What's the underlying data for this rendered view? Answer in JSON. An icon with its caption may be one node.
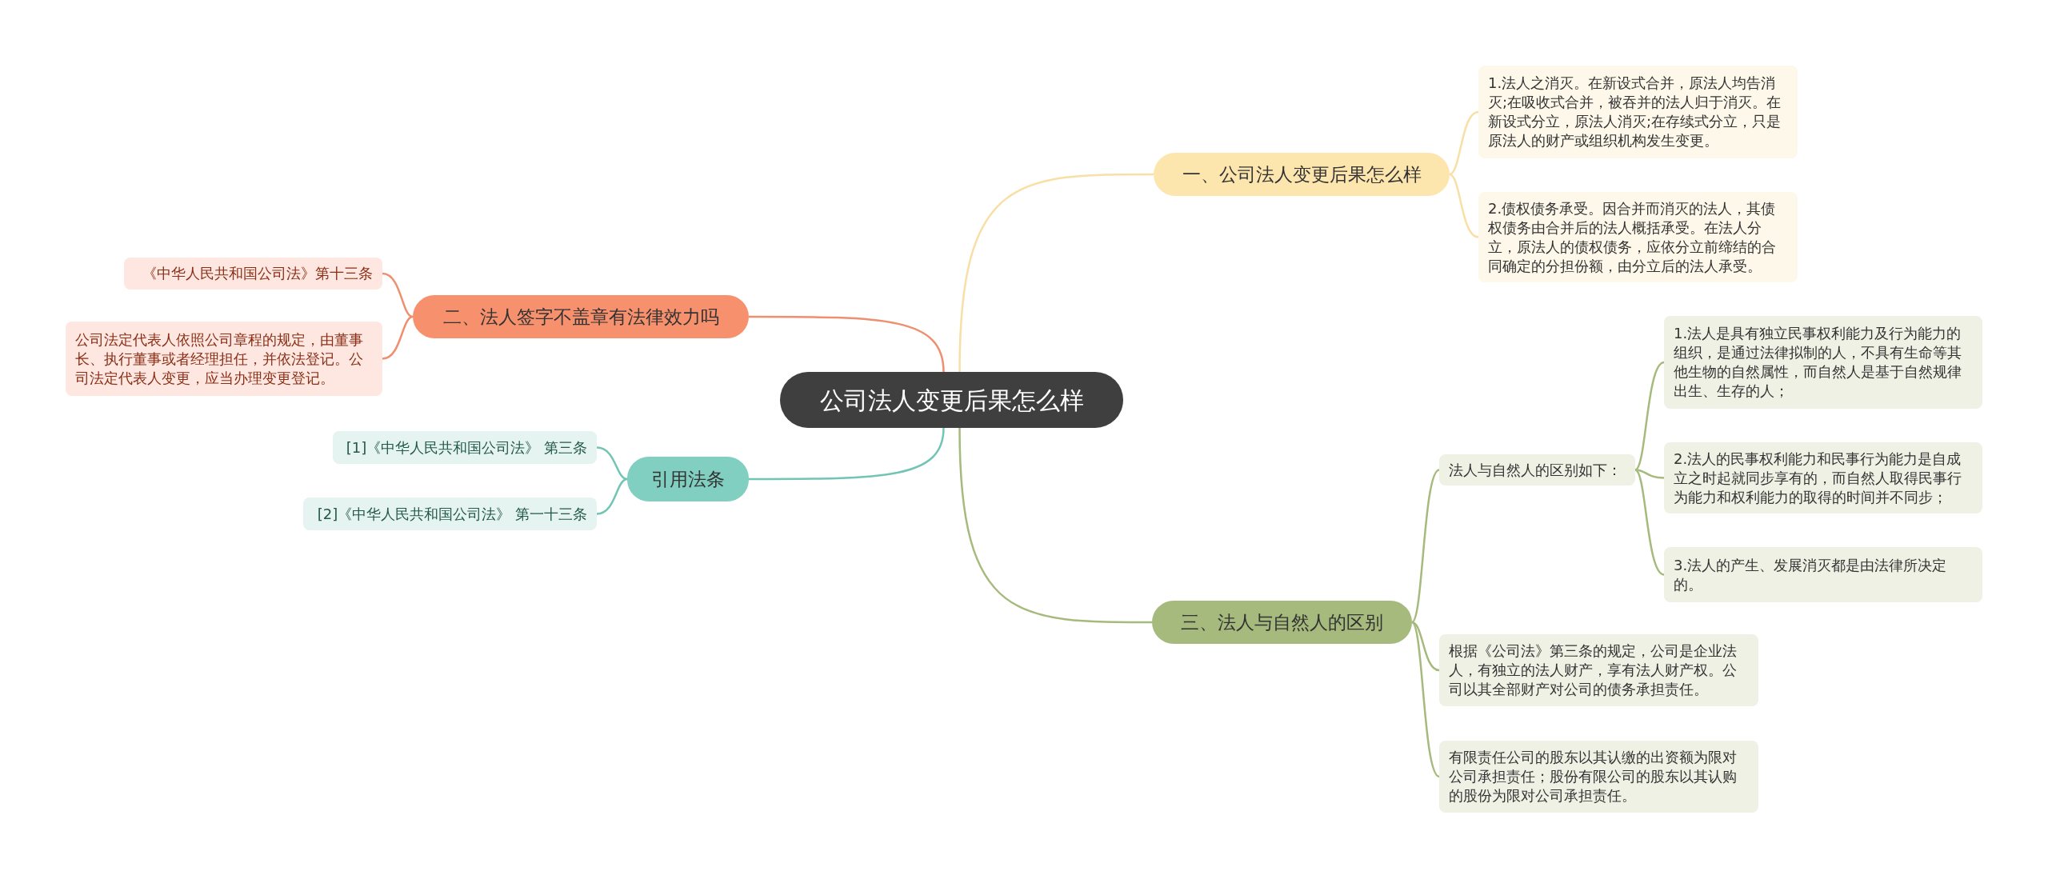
{
  "diagram": {
    "nodes": [
      {
        "text": [
          "公司法人变更后果怎么样"
        ]
      },
      {
        "text": [
          "一、公司法人变更后果怎么样"
        ]
      },
      {
        "text": [
          "1.法人之消灭。在新设式合并，原法人均告消灭;在吸收式合并，被吞并的法人归于消灭。在新设式分立，原法人消灭;在存续式分立，只是原法人的财产或组织机构发生变更。"
        ]
      },
      {
        "text": [
          "2.债权债务承受。因合并而消灭的法人，其债权债务由合并后的法人概括承受。在法人分立，原法人的债权债务，应依分立前缔结的合同确定的分担份额，由分立后的法人承受。"
        ]
      },
      {
        "text": [
          "二、法人签字不盖章有法律效力吗"
        ]
      },
      {
        "text": [
          "《中华人民共和国公司法》第十三条"
        ]
      },
      {
        "text": [
          "公司法定代表人依照公司章程的规定，由董事长、执行董事或者经理担任，并依法登记。公司法定代表人变更，应当办理变更登记。"
        ]
      },
      {
        "text": [
          "引用法条"
        ]
      },
      {
        "text": [
          "[1]《中华人民共和国公司法》 第三条"
        ]
      },
      {
        "text": [
          "[2]《中华人民共和国公司法》 第一十三条"
        ]
      },
      {
        "text": [
          "三、法人与自然人的区别"
        ]
      },
      {
        "text": [
          "法人与自然人的区别如下："
        ]
      },
      {
        "text": [
          "1.法人是具有独立民事权利能力及行为能力的组织，是通过法律拟制的人，不具有生命等其他生物的自然属性，而自然人是基于自然规律出生、生存的人；"
        ]
      },
      {
        "text": [
          "2.法人的民事权利能力和民事行为能力是自成立之时起就同步享有的，而自然人取得民事行为能力和权利能力的取得的时间并不同步；"
        ]
      },
      {
        "text": [
          "3.法人的产生、发展消灭都是由法律所决定的。"
        ]
      },
      {
        "text": [
          "根据《公司法》第三条的规定，公司是企业法人，有独立的法人财产，享有法人财产权。公司以其全部财产对公司的债务承担责任。"
        ]
      },
      {
        "text": [
          "有限责任公司的股东以其认缴的出资额为限对公司承担责任；股份有限公司的股东以其认购的股份为限对公司承担责任。"
        ]
      }
    ],
    "edges": [
      {
        "from": 0,
        "to": 1,
        "arrow": "none",
        "color": "#f8dfa6"
      },
      {
        "from": 1,
        "to": 2,
        "arrow": "none",
        "color": "#f8dfa6"
      },
      {
        "from": 1,
        "to": 3,
        "arrow": "none",
        "color": "#f8dfa6"
      },
      {
        "from": 0,
        "to": 4,
        "arrow": "none",
        "color": "#ee8f70"
      },
      {
        "from": 4,
        "to": 5,
        "arrow": "none",
        "color": "#ee8f70"
      },
      {
        "from": 4,
        "to": 6,
        "arrow": "none",
        "color": "#ee8f70"
      },
      {
        "from": 0,
        "to": 7,
        "arrow": "none",
        "color": "#72c4b4"
      },
      {
        "from": 7,
        "to": 8,
        "arrow": "none",
        "color": "#72c4b4"
      },
      {
        "from": 7,
        "to": 9,
        "arrow": "none",
        "color": "#72c4b4"
      },
      {
        "from": 0,
        "to": 10,
        "arrow": "none"
      },
      {
        "from": 10,
        "to": 11,
        "arrow": "none"
      },
      {
        "from": 11,
        "to": 12,
        "arrow": "none"
      },
      {
        "from": 11,
        "to": 13,
        "arrow": "none"
      },
      {
        "from": 11,
        "to": 14,
        "arrow": "none"
      },
      {
        "from": 10,
        "to": 15,
        "arrow": "none"
      },
      {
        "from": 10,
        "to": 16,
        "arrow": "none"
      }
    ]
  }
}
